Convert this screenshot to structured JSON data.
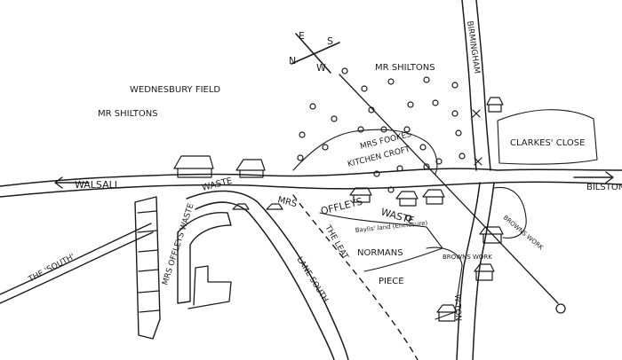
{
  "compass": {
    "n": "N",
    "s": "S",
    "e": "E",
    "w": "W"
  },
  "labels": {
    "mr_shiltons_top": "MR SHILTONS",
    "wednesbury_field": "WEDNESBURY FIELD",
    "mr_shiltons_left": "MR SHILTONS",
    "mrs_fookes_1": "MRS FOOKES",
    "mrs_fookes_2": "KITCHEN CROFT",
    "clarkes_close": "CLARKES' CLOSE",
    "birmingham": "BIRMINGHAM",
    "bilston": "BILSTON",
    "walsall": "WALSALL",
    "mrs_offleys_waste_upper": "WASTE",
    "mrs_1": "MRS",
    "offleys": "OFFLEYS",
    "waste_mid": "WASTE",
    "mrs_offleys_left": "MRS OFFLEYS WASTE",
    "the_south": "THE 'SOUTH'",
    "lane_south": "LANE SOUTH",
    "the_lean": "THE LEAT",
    "normans": "NORMANS",
    "piece": "PIECE",
    "baylis": "Baylis' land (Enclosure)",
    "browns_work_1": "BROWNS WORK",
    "browns_work_2": "BROWNS WORK",
    "wton": "W-TON"
  },
  "colors": {
    "ink": "#1b1b1b",
    "paper": "#ffffff"
  },
  "icons": [
    "compass-rose",
    "cottage-icon",
    "tree-icon",
    "arrow-icon"
  ]
}
